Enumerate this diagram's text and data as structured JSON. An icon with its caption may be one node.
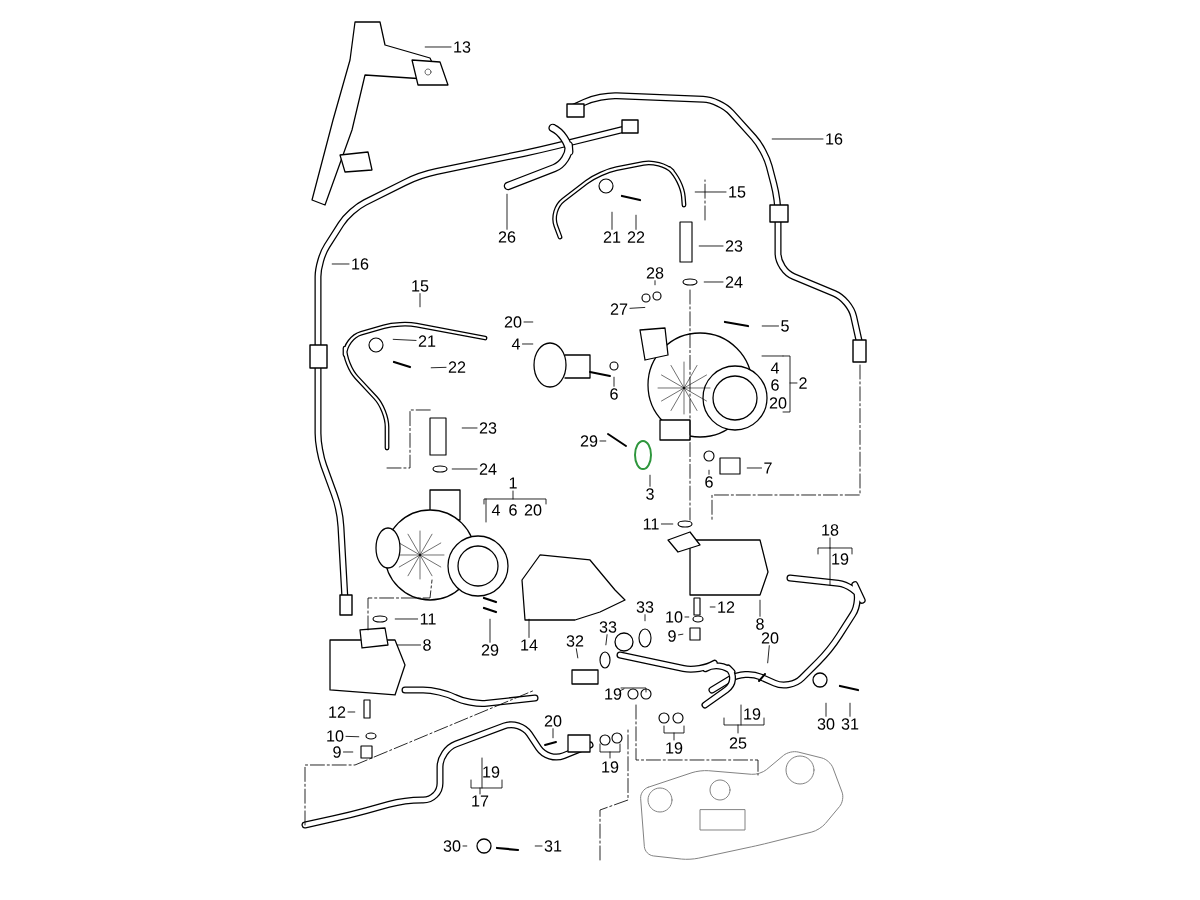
{
  "diagram": {
    "nodes": [
      {
        "text": [
          "13"
        ]
      },
      {
        "text": [
          "16"
        ]
      },
      {
        "text": [
          "15"
        ]
      },
      {
        "text": [
          "26"
        ]
      },
      {
        "text": [
          "21"
        ]
      },
      {
        "text": [
          "22"
        ]
      },
      {
        "text": [
          "23"
        ]
      },
      {
        "text": [
          "16"
        ]
      },
      {
        "text": [
          "28"
        ]
      },
      {
        "text": [
          "24"
        ]
      },
      {
        "text": [
          "15"
        ]
      },
      {
        "text": [
          "27"
        ]
      },
      {
        "text": [
          "20"
        ]
      },
      {
        "text": [
          "5"
        ]
      },
      {
        "text": [
          "21"
        ]
      },
      {
        "text": [
          "4"
        ]
      },
      {
        "text": [
          "22"
        ]
      },
      {
        "text": [
          "4"
        ]
      },
      {
        "text": [
          "2"
        ]
      },
      {
        "text": [
          "6"
        ]
      },
      {
        "text": [
          "6"
        ]
      },
      {
        "text": [
          "20"
        ]
      },
      {
        "text": [
          "23"
        ]
      },
      {
        "text": [
          "29"
        ]
      },
      {
        "text": [
          "7"
        ]
      },
      {
        "text": [
          "24"
        ]
      },
      {
        "text": [
          "6"
        ]
      },
      {
        "text": [
          "1"
        ]
      },
      {
        "text": [
          "3"
        ]
      },
      {
        "text": [
          "4"
        ]
      },
      {
        "text": [
          "6"
        ]
      },
      {
        "text": [
          "20"
        ]
      },
      {
        "text": [
          "11"
        ]
      },
      {
        "text": [
          "18"
        ]
      },
      {
        "text": [
          "19"
        ]
      },
      {
        "text": [
          "12"
        ]
      },
      {
        "text": [
          "33"
        ]
      },
      {
        "text": [
          "11"
        ]
      },
      {
        "text": [
          "10"
        ]
      },
      {
        "text": [
          "8"
        ]
      },
      {
        "text": [
          "33"
        ]
      },
      {
        "text": [
          "9"
        ]
      },
      {
        "text": [
          "32"
        ]
      },
      {
        "text": [
          "8"
        ]
      },
      {
        "text": [
          "20"
        ]
      },
      {
        "text": [
          "14"
        ]
      },
      {
        "text": [
          "29"
        ]
      },
      {
        "text": [
          "19"
        ]
      },
      {
        "text": [
          "19"
        ]
      },
      {
        "text": [
          "12"
        ]
      },
      {
        "text": [
          "20"
        ]
      },
      {
        "text": [
          "30"
        ]
      },
      {
        "text": [
          "31"
        ]
      },
      {
        "text": [
          "10"
        ]
      },
      {
        "text": [
          "25"
        ]
      },
      {
        "text": [
          "19"
        ]
      },
      {
        "text": [
          "9"
        ]
      },
      {
        "text": [
          "19"
        ]
      },
      {
        "text": [
          "19"
        ]
      },
      {
        "text": [
          "17"
        ]
      },
      {
        "text": [
          "30"
        ]
      },
      {
        "text": [
          "31"
        ]
      }
    ],
    "edges": [
      {
        "from": 0,
        "to": null,
        "arrow": "none"
      },
      {
        "from": 1,
        "to": null,
        "arrow": "none"
      },
      {
        "from": 2,
        "to": null,
        "arrow": "none"
      },
      {
        "from": 3,
        "to": null,
        "arrow": "none"
      },
      {
        "from": 4,
        "to": null,
        "arrow": "none"
      },
      {
        "from": 5,
        "to": null,
        "arrow": "none"
      },
      {
        "from": 6,
        "to": null,
        "arrow": "none"
      },
      {
        "from": 7,
        "to": null,
        "arrow": "none"
      },
      {
        "from": 8,
        "to": null,
        "arrow": "none"
      },
      {
        "from": 9,
        "to": null,
        "arrow": "none"
      },
      {
        "from": 10,
        "to": null,
        "arrow": "none"
      },
      {
        "from": 11,
        "to": null,
        "arrow": "none"
      },
      {
        "from": 12,
        "to": null,
        "arrow": "none"
      },
      {
        "from": 13,
        "to": null,
        "arrow": "none"
      },
      {
        "from": 14,
        "to": null,
        "arrow": "none"
      },
      {
        "from": 15,
        "to": null,
        "arrow": "none"
      },
      {
        "from": 16,
        "to": null,
        "arrow": "none"
      },
      {
        "from": 20,
        "to": null,
        "arrow": "none"
      },
      {
        "from": 22,
        "to": null,
        "arrow": "none"
      },
      {
        "from": 23,
        "to": null,
        "arrow": "none"
      },
      {
        "from": 24,
        "to": null,
        "arrow": "none"
      },
      {
        "from": 25,
        "to": null,
        "arrow": "none"
      },
      {
        "from": 26,
        "to": null,
        "arrow": "none"
      },
      {
        "from": 28,
        "to": null,
        "arrow": "none"
      },
      {
        "from": 32,
        "to": null,
        "arrow": "none"
      },
      {
        "from": 35,
        "to": null,
        "arrow": "none"
      },
      {
        "from": 36,
        "to": null,
        "arrow": "none"
      },
      {
        "from": 37,
        "to": null,
        "arrow": "none"
      },
      {
        "from": 38,
        "to": null,
        "arrow": "none"
      },
      {
        "from": 39,
        "to": null,
        "arrow": "none"
      },
      {
        "from": 40,
        "to": null,
        "arrow": "none"
      },
      {
        "from": 41,
        "to": null,
        "arrow": "none"
      },
      {
        "from": 42,
        "to": null,
        "arrow": "none"
      },
      {
        "from": 43,
        "to": null,
        "arrow": "none"
      },
      {
        "from": 44,
        "to": null,
        "arrow": "none"
      },
      {
        "from": 45,
        "to": null,
        "arrow": "none"
      },
      {
        "from": 46,
        "to": null,
        "arrow": "none"
      },
      {
        "from": 47,
        "to": null,
        "arrow": "none"
      },
      {
        "from": 49,
        "to": null,
        "arrow": "none"
      },
      {
        "from": 50,
        "to": null,
        "arrow": "none"
      },
      {
        "from": 51,
        "to": null,
        "arrow": "none"
      },
      {
        "from": 52,
        "to": null,
        "arrow": "none"
      },
      {
        "from": 53,
        "to": null,
        "arrow": "none"
      },
      {
        "from": 56,
        "to": null,
        "arrow": "none"
      },
      {
        "from": 60,
        "to": null,
        "arrow": "none"
      },
      {
        "from": 61,
        "to": null,
        "arrow": "none"
      }
    ]
  }
}
